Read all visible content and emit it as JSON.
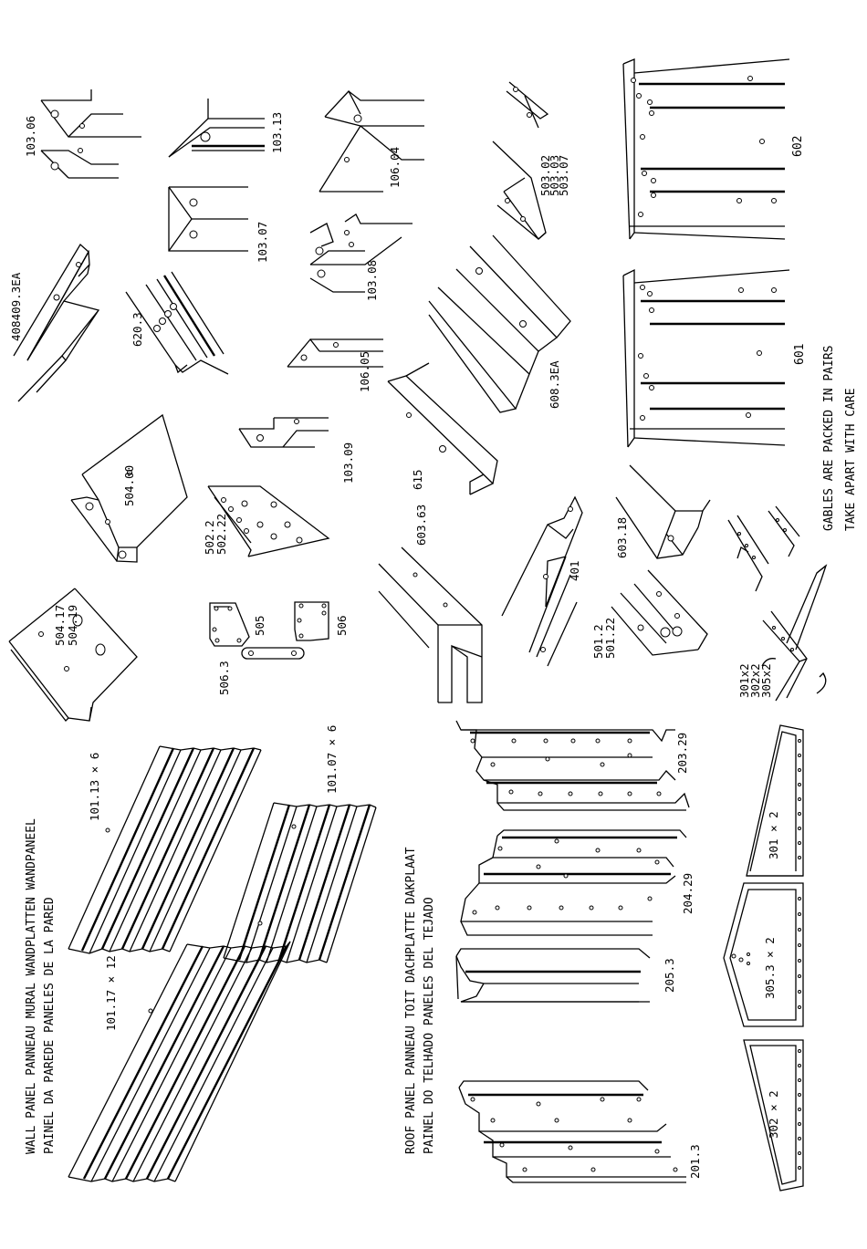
{
  "parts": {
    "p408409": "408409.3EA",
    "p103_06": "103.06",
    "p103_13": "103.13",
    "p103_07": "103.07",
    "p620_3": "620.3",
    "p106_04": "106.04",
    "p103_08": "103.08",
    "p106_05": "106.05",
    "p503": [
      "503.02",
      "503.03",
      "503.07"
    ],
    "p608": "608.3EA",
    "p602": "602",
    "p601": "601",
    "p504_00": "504.00",
    "p103_09": "103.09",
    "p615": "615",
    "p502": [
      "502.2",
      "502.22"
    ],
    "p603_63": "603.63",
    "p505": "505",
    "p506": "506",
    "p506_3": "506.3",
    "p504_17": [
      "504.17",
      "504.19"
    ],
    "p401": "401",
    "p603_18": "603.18",
    "p501": [
      "501.2",
      "501.22"
    ],
    "p301x2": [
      "301x2",
      "302x2",
      "305x2"
    ],
    "p101_13": "101.13 × 6",
    "p101_07": "101.07 × 6",
    "p101_17": "101.17 × 12",
    "p203_29": "203.29",
    "p204_29": "204.29",
    "p205_3": "205.3",
    "p201_3": "201.3",
    "p301": "301 × 2",
    "p305_3": "305.3 × 2",
    "p302": "302 × 2"
  },
  "headings": {
    "wall_line1": "WALL PANEL  PANNEAU MURAL  WANDPLATTEN  WANDPANEEL",
    "wall_line2": "PAINEL DA PAREDE  PANELES DE LA PARED",
    "roof_line1": "ROOF PANEL  PANNEAU TOIT  DACHPLATTE  DAKPLAAT",
    "roof_line2": "PAINEL DO TELHADO  PANELES DEL TEJADO"
  },
  "notes": {
    "gables_line1": "GABLES ARE PACKED IN PAIRS",
    "gables_line2": "TAKE APART WITH CARE"
  }
}
